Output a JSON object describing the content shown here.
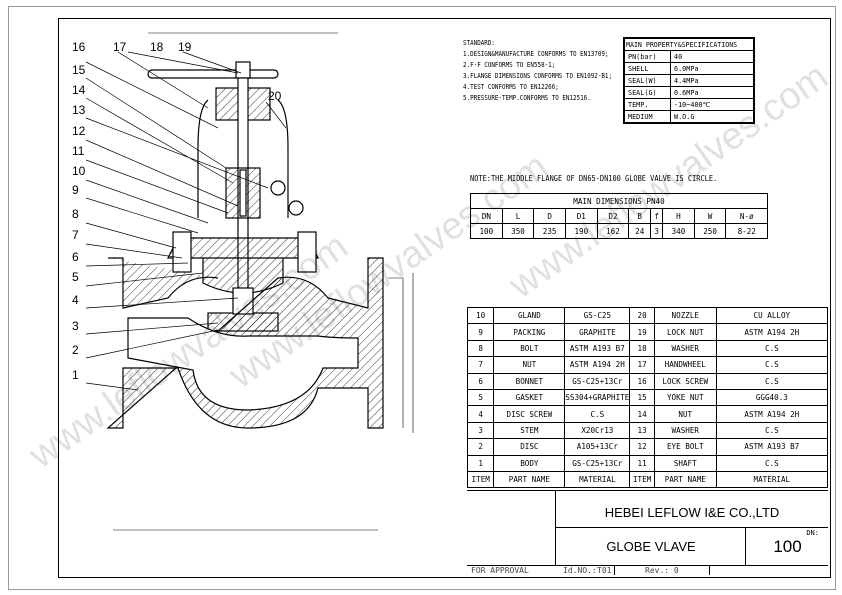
{
  "standard": {
    "heading": "STANDARD:",
    "lines": [
      "1.DESIGN&MANUFACTURE CONFORMS TO EN13709;",
      "2.F-F CONFORMS TO EN558-1;",
      "3.FLANGE DIMENSIONS CONFORMS TO EN1092-B1;",
      "4.TEST CONFORMS TO EN12266;",
      "5.PRESSURE-TEMP.CONFORMS TO EN12516."
    ]
  },
  "properties": {
    "title": "MAIN PROPERTY&SPECIFICATIONS",
    "rows": [
      {
        "label": "PN(bar)",
        "value": "40"
      },
      {
        "label": "SHELL",
        "value": "6.0MPa"
      },
      {
        "label": "SEAL(W)",
        "value": "4.4MPa"
      },
      {
        "label": "SEAL(G)",
        "value": "0.6MPa"
      },
      {
        "label": "TEMP.",
        "value": "-10~400℃"
      },
      {
        "label": "MEDIUM",
        "value": "W.O.G"
      }
    ]
  },
  "note": "NOTE:THE MIDDLE FLANGE OF DN65-DN100 GLOBE VALVE IS CIRCLE.",
  "dimensions": {
    "title": "MAIN DIMENSIONS PN40",
    "headers": [
      "DN",
      "L",
      "D",
      "D1",
      "D2",
      "B",
      "f",
      "H",
      "W",
      "N-ø"
    ],
    "values": [
      "100",
      "350",
      "235",
      "190",
      "162",
      "24",
      "3",
      "340",
      "250",
      "8-22"
    ]
  },
  "parts": {
    "rows": [
      [
        "10",
        "GLAND",
        "GS-C25",
        "20",
        "NOZZLE",
        "CU ALLOY"
      ],
      [
        "9",
        "PACKING",
        "GRAPHITE",
        "19",
        "LOCK NUT",
        "ASTM A194 2H"
      ],
      [
        "8",
        "BOLT",
        "ASTM A193 B7",
        "18",
        "WASHER",
        "C.S"
      ],
      [
        "7",
        "NUT",
        "ASTM A194 2H",
        "17",
        "HANDWHEEL",
        "C.S"
      ],
      [
        "6",
        "BONNET",
        "GS-C25+13Cr",
        "16",
        "LOCK SCREW",
        "C.S"
      ],
      [
        "5",
        "GASKET",
        "SS304+GRAPHITE",
        "15",
        "YOKE NUT",
        "GGG40.3"
      ],
      [
        "4",
        "DISC SCREW",
        "C.S",
        "14",
        "NUT",
        "ASTM A194 2H"
      ],
      [
        "3",
        "STEM",
        "X20Cr13",
        "13",
        "WASHER",
        "C.S"
      ],
      [
        "2",
        "DISC",
        "A105+13Cr",
        "12",
        "EYE BOLT",
        "ASTM A193 B7"
      ],
      [
        "1",
        "BODY",
        "GS-C25+13Cr",
        "11",
        "SHAFT",
        "C.S"
      ]
    ],
    "headers": [
      "ITEM",
      "PART NAME",
      "MATERIAL",
      "ITEM",
      "PART NAME",
      "MATERIAL"
    ]
  },
  "title_block": {
    "company": "HEBEI LEFLOW I&E CO.,LTD",
    "product": "GLOBE VLAVE",
    "dn_label": "DN:",
    "dn_value": "100",
    "status": "FOR APPROVAL",
    "id_label": "Id.NO.:",
    "id_value": "T01",
    "rev": "Rev.: 0"
  },
  "callouts": [
    "1",
    "2",
    "3",
    "4",
    "5",
    "6",
    "7",
    "8",
    "9",
    "10",
    "11",
    "12",
    "13",
    "14",
    "15",
    "16",
    "17",
    "18",
    "19",
    "20"
  ],
  "watermark": "www.leflowvalves.com"
}
